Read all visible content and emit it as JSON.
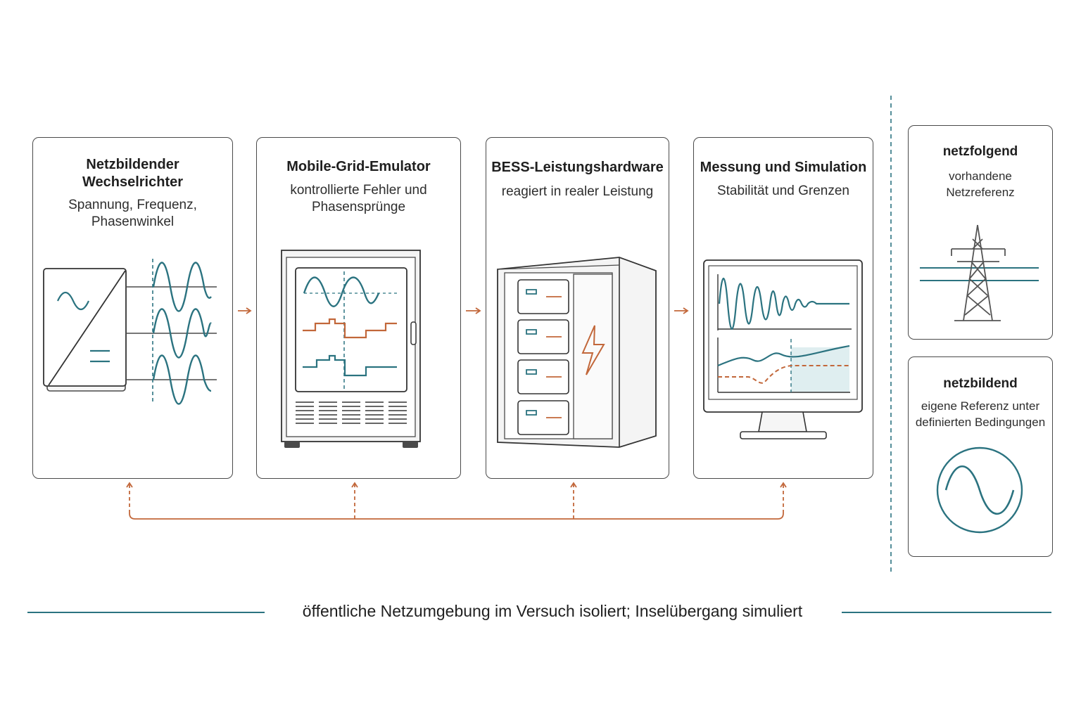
{
  "colors": {
    "teal": "#2b7380",
    "orange": "#c2673a",
    "outline": "#4a4a4a",
    "shade": "#dfeef0"
  },
  "stages": [
    {
      "title": "Netzbildender\nWechselrichter",
      "subtitle": "Spannung, Frequenz,\nPhasenwinkel",
      "icon": "inverter-icon"
    },
    {
      "title": "Mobile-Grid-Emulator",
      "subtitle": "kontrollierte Fehler und\nPhasensprünge",
      "icon": "grid-emulator-cabinet-icon"
    },
    {
      "title": "BESS-Leistungshardware",
      "subtitle": "reagiert in realer Leistung",
      "icon": "battery-rack-icon"
    },
    {
      "title": "Messung und Simulation",
      "subtitle": "Stabilität und Grenzen",
      "icon": "monitor-chart-icon"
    }
  ],
  "modes": [
    {
      "title": "netzfolgend",
      "subtitle": "vorhandene\nNetzreferenz",
      "icon": "transmission-tower-icon"
    },
    {
      "title": "netzbildend",
      "subtitle": "eigene Referenz unter\ndefinierten Bedingungen",
      "icon": "sine-source-icon"
    }
  ],
  "footer": {
    "text": "öffentliche Netzumgebung im Versuch isoliert; Inselübergang simuliert"
  }
}
